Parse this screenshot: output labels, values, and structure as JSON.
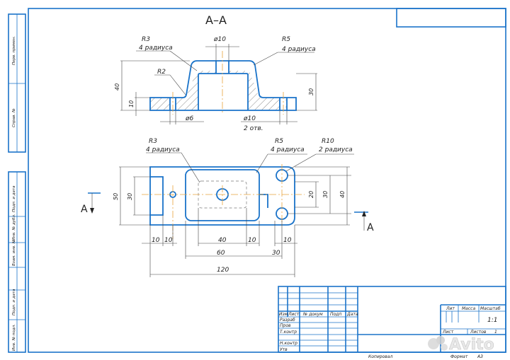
{
  "section_title": "А–А",
  "section_view": {
    "callout_r3": "R3",
    "callout_r3_note": "4 радиуса",
    "callout_d10_top": "ø10",
    "callout_r5": "R5",
    "callout_r5_note": "4 радиуса",
    "callout_r2": "R2",
    "dim_40": "40",
    "dim_10": "10",
    "dim_30": "30",
    "dim_d6": "ø6",
    "dim_d10_bottom": "ø10",
    "dim_d10_note": "2 отв."
  },
  "plan_view": {
    "callout_r3": "R3",
    "callout_r3_note": "4 радиуса",
    "callout_r5": "R5",
    "callout_r5_note": "4 радиуса",
    "callout_r10": "R10",
    "callout_r10_note": "2 радиуса",
    "dim_50": "50",
    "dim_30_left": "30",
    "dim_20": "20",
    "dim_30_right": "30",
    "dim_40_right": "40",
    "dim_10_a": "10",
    "dim_10_b": "10",
    "dim_40_bottom": "40",
    "dim_10_c": "10",
    "dim_10_d": "10",
    "dim_60": "60",
    "dim_30_bottom": "30",
    "dim_120": "120",
    "section_mark_left": "A",
    "section_mark_right": "A"
  },
  "side_column": [
    "Перв. примен.",
    "Справ. №",
    "Подп. и дата",
    "Инв. № дубл.",
    "Взам. инв. №",
    "Подп. и дата",
    "Инв. № подл."
  ],
  "title_block": {
    "col_izm": "Изм",
    "col_list": "Лист",
    "col_doc": "№ докум",
    "col_sign": "Подп",
    "col_date": "Дата",
    "row_razrab": "Разраб",
    "row_prov": "Пров",
    "row_tkontr": "Т.контр",
    "row_nkontr": "Н.контр",
    "row_utv": "Утв",
    "lit": "Лит",
    "massa": "Масса",
    "masshtab": "Масштаб",
    "scale_value": "1:1",
    "list_label": "Лист",
    "listov_label": "Листов",
    "listov_value": "1"
  },
  "footer": {
    "kopiroval": "Копировал",
    "format_label": "Формат",
    "format_value": "A3"
  },
  "watermark": {
    "text": "Avito"
  }
}
